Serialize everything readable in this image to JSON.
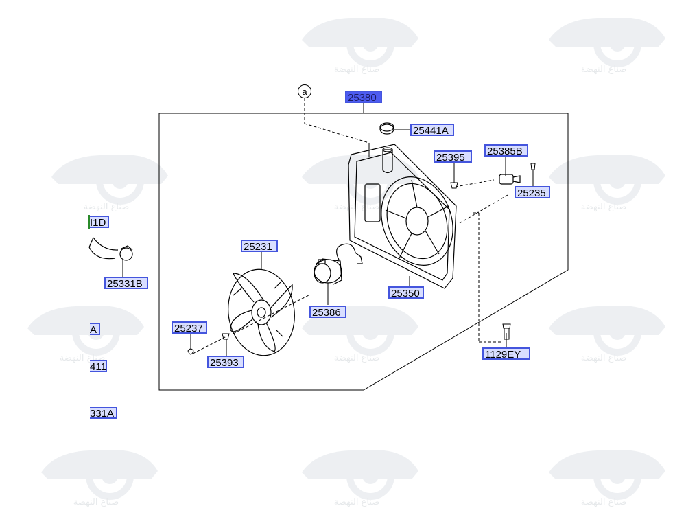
{
  "callout": "a",
  "labels": {
    "p25380": "25380",
    "p25441A": "25441A",
    "p25395": "25395",
    "p25385B": "25385B",
    "p25235": "25235",
    "p25231": "25231",
    "p25350": "25350",
    "p25386": "25386",
    "p25237": "25237",
    "p25393": "25393",
    "p1129EY": "1129EY",
    "p25331B": "25331B",
    "edge1": "I1D",
    "edge2": "A",
    "edge3": "411",
    "edge4": "331A"
  },
  "watermark": {
    "text": "صناع النهضة"
  },
  "colors": {
    "label_bg": "#d8deff",
    "label_border": "#4455dd",
    "highlight_bg": "#4d5cf0",
    "line": "#000000"
  }
}
